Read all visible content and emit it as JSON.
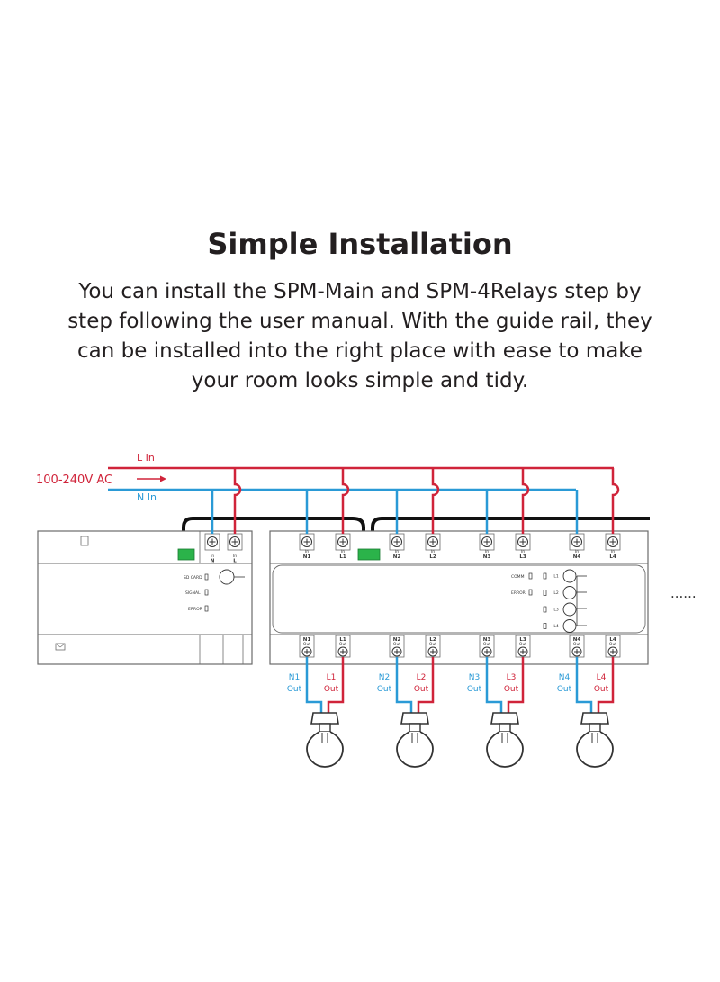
{
  "title": "Simple Installation",
  "description": "You can install the SPM-Main and SPM-4Relays step by step following the user manual. With the guide rail, they can be installed into the right place with ease to make your room looks simple and tidy.",
  "colors": {
    "live": "#d0243a",
    "neutral": "#2a9ad6",
    "outline": "#6b6b6b",
    "bus": "#111111",
    "connector": "#2bb34a"
  },
  "supply": {
    "voltage": "100-240V AC",
    "live_label": "L In",
    "neutral_label": "N In"
  },
  "main_module": {
    "terminals": [
      {
        "top": "In",
        "bottom": "N"
      },
      {
        "top": "In",
        "bottom": "L"
      }
    ],
    "indicators": {
      "sd_card": "SD CARD",
      "signal": "SIGNAL",
      "error": "ERROR"
    }
  },
  "relay_module": {
    "input_terminals": [
      "N1",
      "L1",
      "N2",
      "L2",
      "N3",
      "L3",
      "N4",
      "L4"
    ],
    "output_terminals": [
      "N1",
      "L1",
      "N2",
      "L2",
      "N3",
      "L3",
      "N4",
      "L4"
    ],
    "indicators": {
      "comm": "COMM",
      "error": "ERROR"
    },
    "relay_leds": [
      "L1",
      "L2",
      "L3",
      "L4"
    ]
  },
  "outputs": [
    {
      "n": "N1",
      "l": "L1",
      "suffix": "Out"
    },
    {
      "n": "N2",
      "l": "L2",
      "suffix": "Out"
    },
    {
      "n": "N3",
      "l": "L3",
      "suffix": "Out"
    },
    {
      "n": "N4",
      "l": "L4",
      "suffix": "Out"
    }
  ],
  "continuation": "......"
}
